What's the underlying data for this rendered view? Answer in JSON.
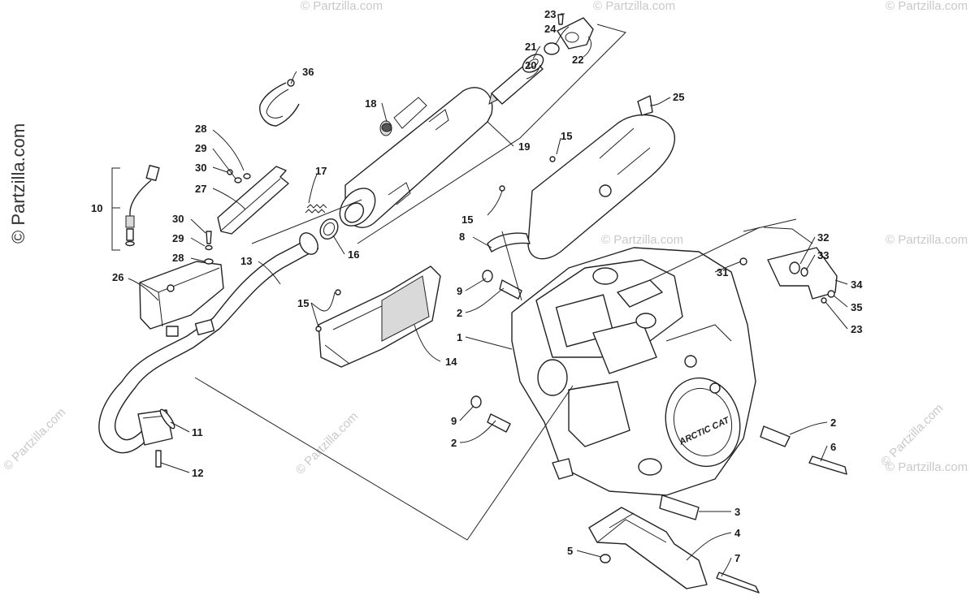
{
  "watermark": {
    "side_text": "© Partzilla.com",
    "tile_text": "© Partzilla.com"
  },
  "engine_logo_text": "ARCTIC CAT",
  "callouts": {
    "c1": "1",
    "c2a": "2",
    "c2b": "2",
    "c2c": "2",
    "c3": "3",
    "c4": "4",
    "c5": "5",
    "c6": "6",
    "c7": "7",
    "c8": "8",
    "c9a": "9",
    "c9b": "9",
    "c10": "10",
    "c11": "11",
    "c12": "12",
    "c13": "13",
    "c14": "14",
    "c15a": "15",
    "c15b": "15",
    "c15c": "15",
    "c16": "16",
    "c17": "17",
    "c18": "18",
    "c19": "19",
    "c20": "20",
    "c21": "21",
    "c22": "22",
    "c23a": "23",
    "c23b": "23",
    "c24": "24",
    "c25": "25",
    "c26": "26",
    "c27": "27",
    "c28a": "28",
    "c28b": "28",
    "c29a": "29",
    "c29b": "29",
    "c30a": "30",
    "c30b": "30",
    "c31": "31",
    "c32": "32",
    "c33": "33",
    "c34": "34",
    "c35": "35",
    "c36": "36"
  }
}
